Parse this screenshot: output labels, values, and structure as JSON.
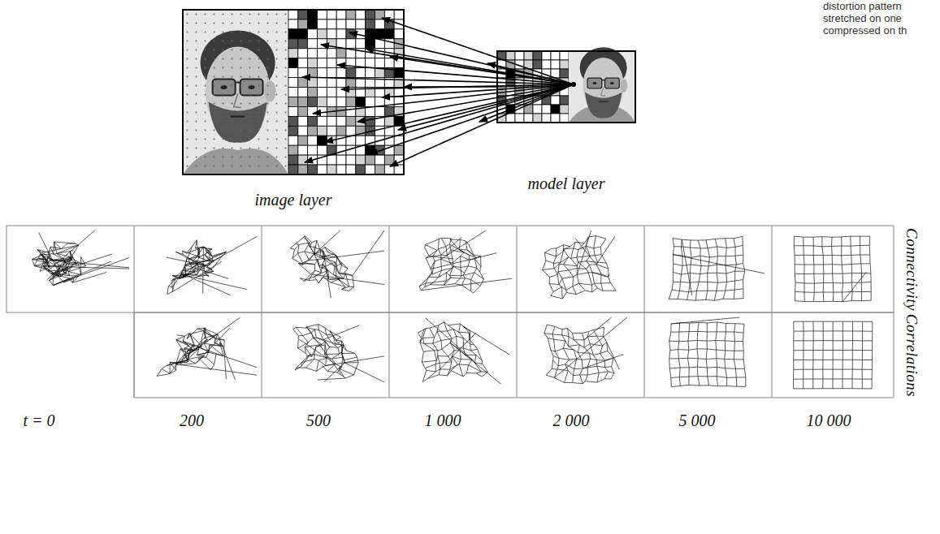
{
  "diagram": {
    "nodes": [
      {
        "text": [
          "image layer"
        ]
      },
      {
        "text": [
          "model layer"
        ]
      }
    ],
    "edges": [
      {
        "from": 1,
        "to": 0,
        "arrow": "to"
      }
    ],
    "labels": [
      "distortion pattern",
      "stretched on one",
      "compressed on th",
      "Connectivity",
      "Correlations",
      "t = 0",
      "200",
      "500",
      "1 000",
      "2 000",
      "5 000",
      "10 000"
    ]
  }
}
